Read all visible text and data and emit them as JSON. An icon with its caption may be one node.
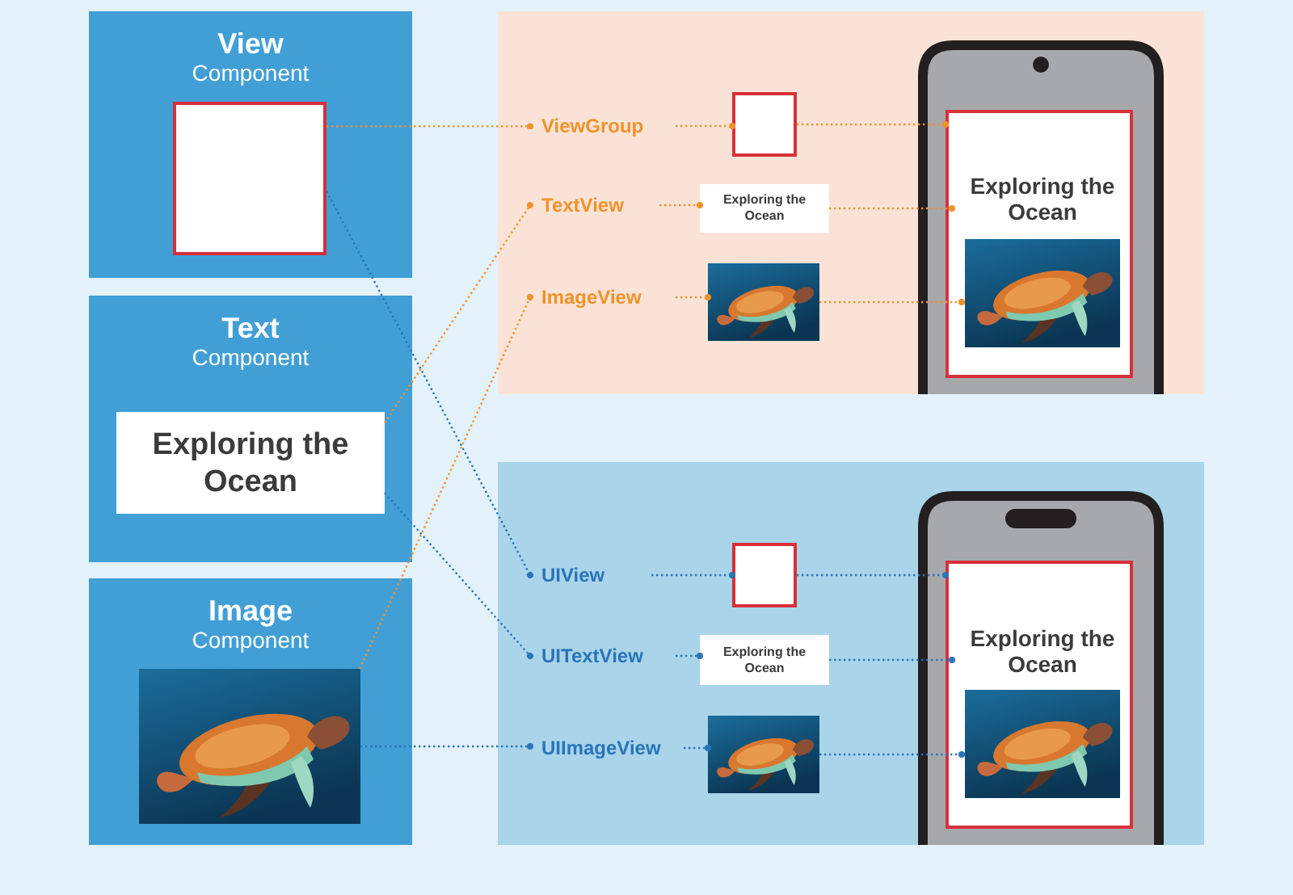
{
  "diagram": {
    "nodes": [
      {
        "text": [
          "View",
          "Component"
        ]
      },
      {
        "text": [],
        "shape": "box",
        "in": 0
      },
      {
        "text": [
          "Text",
          "Component"
        ]
      },
      {
        "text": [
          "Exploring the Ocean"
        ],
        "in": 2
      },
      {
        "text": [
          "Image",
          "Component"
        ]
      },
      {
        "text": [],
        "shape": "picture",
        "in": 4
      },
      {
        "text": [],
        "shape": "box"
      },
      {
        "text": [
          "ViewGroup"
        ],
        "in": 6
      },
      {
        "text": [
          "TextView"
        ],
        "in": 6
      },
      {
        "text": [
          "ImageView"
        ],
        "in": 6
      },
      {
        "text": [],
        "shape": "box",
        "in": 6
      },
      {
        "text": [
          "Exploring the Ocean"
        ],
        "in": 6
      },
      {
        "text": [],
        "shape": "picture",
        "in": 6
      },
      {
        "text": [],
        "shape": "picture",
        "in": 6
      },
      {
        "text": [],
        "shape": "box",
        "in": 13
      },
      {
        "text": [
          "Exploring the Ocean"
        ],
        "in": 14
      },
      {
        "text": [],
        "shape": "picture",
        "in": 14
      },
      {
        "text": [],
        "shape": "box"
      },
      {
        "text": [
          "UIView"
        ],
        "in": 17
      },
      {
        "text": [
          "UITextView"
        ],
        "in": 17
      },
      {
        "text": [
          "UIImageView"
        ],
        "in": 17
      },
      {
        "text": [],
        "shape": "box",
        "in": 17
      },
      {
        "text": [
          "Exploring the Ocean"
        ],
        "in": 17
      },
      {
        "text": [],
        "shape": "picture",
        "in": 17
      },
      {
        "text": [],
        "shape": "picture",
        "in": 17
      },
      {
        "text": [],
        "shape": "box",
        "in": 24
      },
      {
        "text": [
          "Exploring the Ocean"
        ],
        "in": 25
      },
      {
        "text": [],
        "shape": "picture",
        "in": 25
      }
    ],
    "edges": [
      {
        "from": 1,
        "to": 7,
        "arrow": "other",
        "style": "dashed",
        "color": "#f0922b"
      },
      {
        "from": 7,
        "to": 10,
        "arrow": "other",
        "style": "dashed",
        "color": "#f0922b"
      },
      {
        "from": 10,
        "to": 14,
        "arrow": "other",
        "style": "dashed",
        "color": "#f0922b"
      },
      {
        "from": 3,
        "to": 8,
        "arrow": "other",
        "style": "dashed",
        "color": "#f0922b"
      },
      {
        "from": 8,
        "to": 11,
        "arrow": "other",
        "style": "dashed",
        "color": "#f0922b"
      },
      {
        "from": 11,
        "to": 15,
        "arrow": "other",
        "style": "dashed",
        "color": "#f0922b"
      },
      {
        "from": 5,
        "to": 9,
        "arrow": "other",
        "style": "dashed",
        "color": "#f0922b"
      },
      {
        "from": 9,
        "to": 12,
        "arrow": "other",
        "style": "dashed",
        "color": "#f0922b"
      },
      {
        "from": 12,
        "to": 16,
        "arrow": "other",
        "style": "dashed",
        "color": "#f0922b"
      },
      {
        "from": 1,
        "to": 18,
        "arrow": "other",
        "style": "dashed",
        "color": "#2a74b8"
      },
      {
        "from": 18,
        "to": 21,
        "arrow": "other",
        "style": "dashed",
        "color": "#2a74b8"
      },
      {
        "from": 21,
        "to": 25,
        "arrow": "other",
        "style": "dashed",
        "color": "#2a74b8"
      },
      {
        "from": 3,
        "to": 19,
        "arrow": "other",
        "style": "dashed",
        "color": "#2a74b8"
      },
      {
        "from": 19,
        "to": 22,
        "arrow": "other",
        "style": "dashed",
        "color": "#2a74b8"
      },
      {
        "from": 22,
        "to": 26,
        "arrow": "other",
        "style": "dashed",
        "color": "#2a74b8"
      },
      {
        "from": 5,
        "to": 20,
        "arrow": "other",
        "style": "dashed",
        "color": "#2a74b8"
      },
      {
        "from": 20,
        "to": 23,
        "arrow": "other",
        "style": "dashed",
        "color": "#2a74b8"
      },
      {
        "from": 23,
        "to": 27,
        "arrow": "other",
        "style": "dashed",
        "color": "#2a74b8"
      }
    ]
  }
}
